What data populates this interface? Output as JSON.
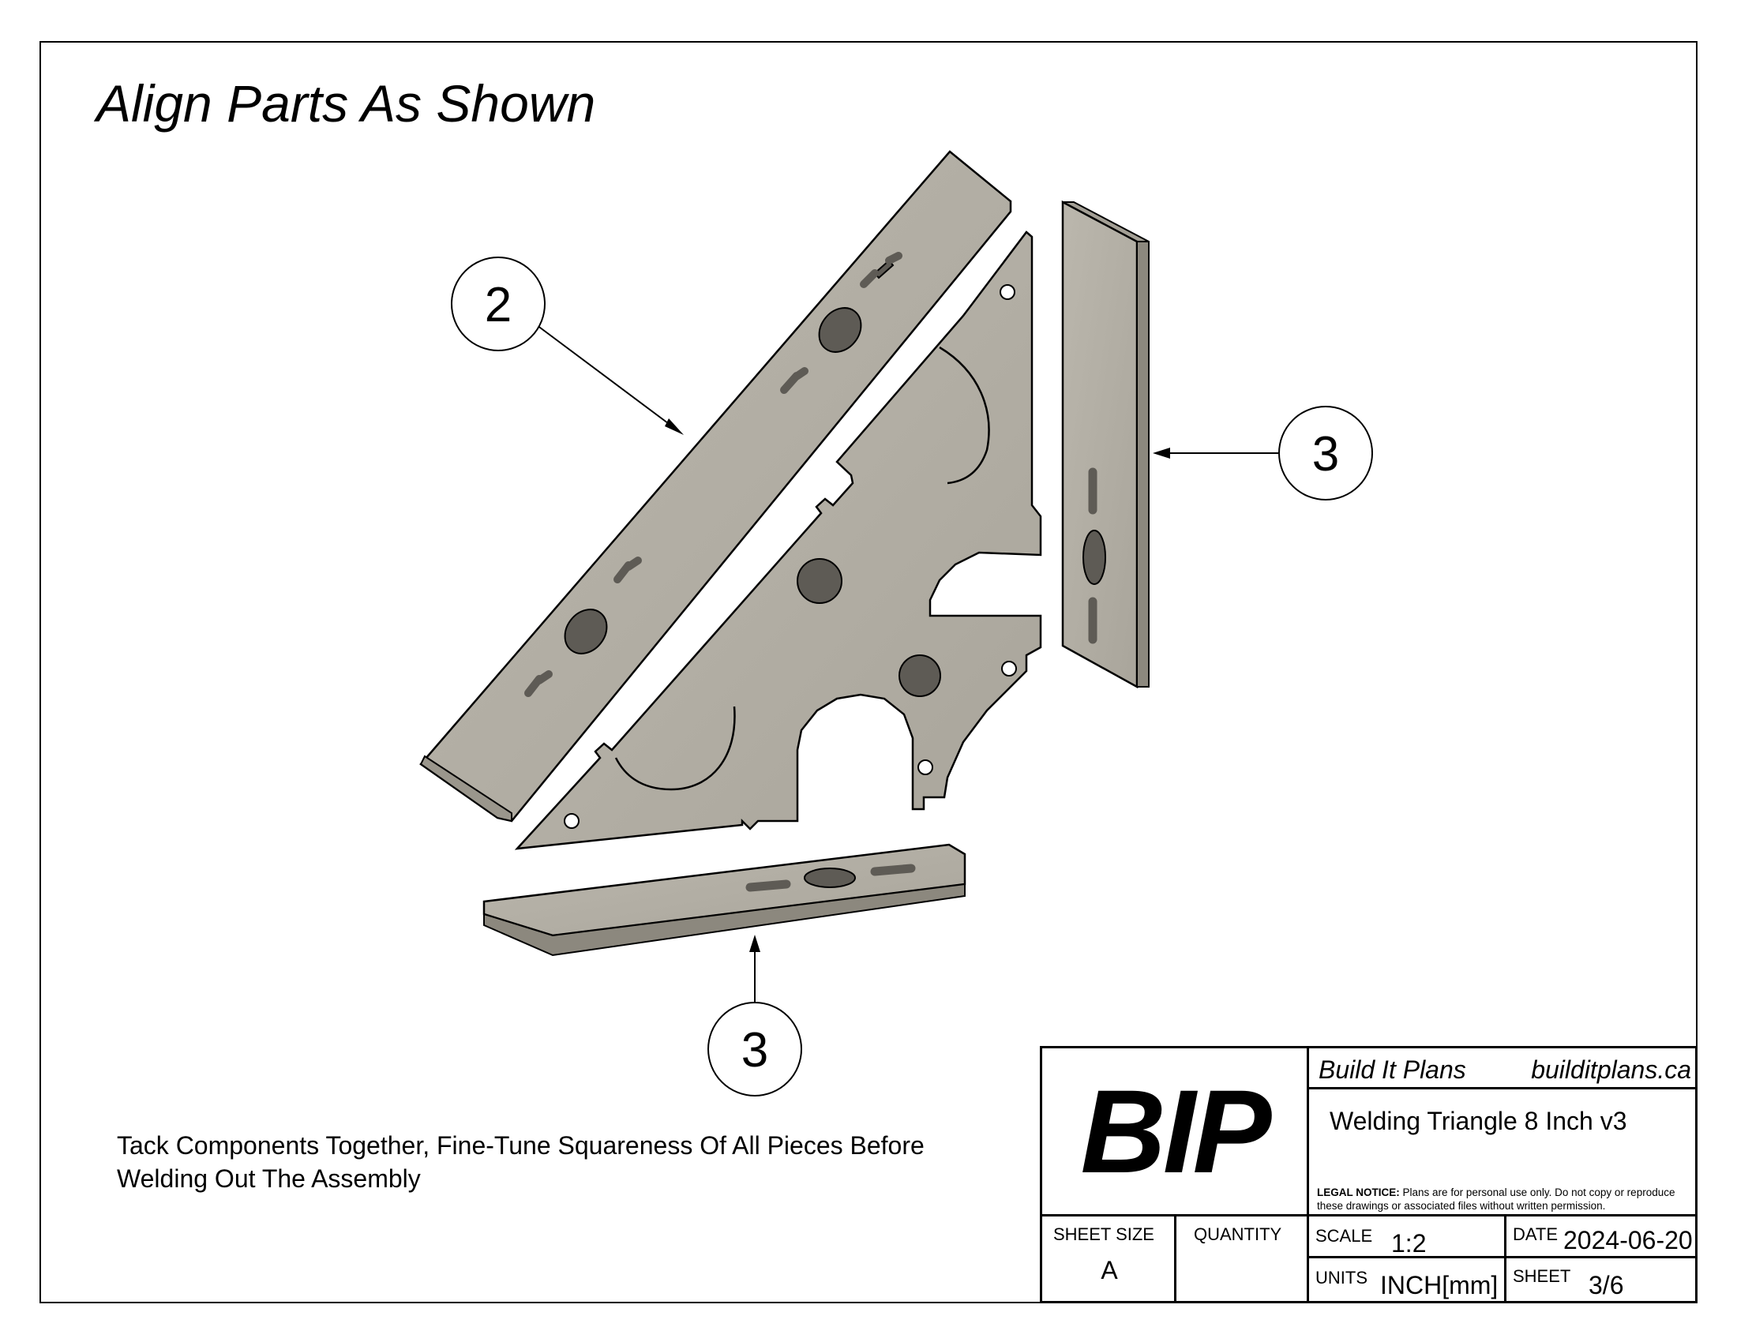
{
  "heading": "Align Parts As Shown",
  "balloons": [
    {
      "label": "2"
    },
    {
      "label": "3"
    },
    {
      "label": "3"
    }
  ],
  "note": {
    "line1": "Tack Components Together, Fine-Tune Squareness Of All Pieces Before",
    "line2": "Welding Out The Assembly"
  },
  "title_block": {
    "logo": "BIP",
    "company": "Build It Plans",
    "website": "builditplans.ca",
    "drawing_title": "Welding Triangle 8 Inch v3",
    "legal_label": "LEGAL NOTICE:",
    "legal_text": "Plans are for personal use only. Do not copy or reproduce these drawings or associated files without written permission.",
    "sheet_size_label": "SHEET SIZE",
    "sheet_size": "A",
    "quantity_label": "QUANTITY",
    "quantity": "",
    "scale_label": "SCALE",
    "scale": "1:2",
    "date_label": "DATE",
    "date": "2024-06-20",
    "units_label": "UNITS",
    "units": "INCH[mm]",
    "sheet_label": "SHEET",
    "sheet": "3/6"
  },
  "colors": {
    "part_face": "#b5b1a6",
    "part_edge": "#8c887e",
    "hole": "#5e5b55",
    "line": "#000000"
  }
}
